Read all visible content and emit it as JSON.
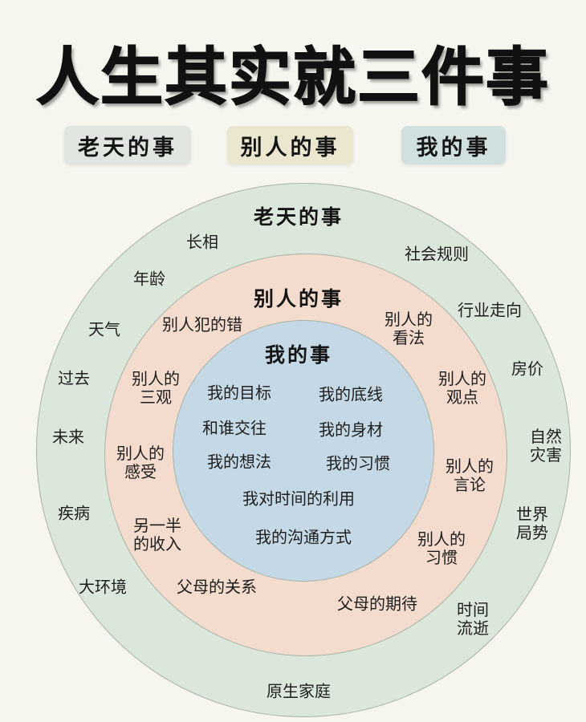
{
  "title": "人生其实就三件事",
  "legend": [
    {
      "label": "老天的事",
      "color": "#e0e6df"
    },
    {
      "label": "别人的事",
      "color": "#ebe6d0"
    },
    {
      "label": "我的事",
      "color": "#cfe0de"
    }
  ],
  "colors": {
    "background": "#f6f5ee",
    "outer_ring": "#dbe7da",
    "middle_ring": "#f3dccd",
    "inner_circle": "#c4d8e5"
  },
  "outer": {
    "title": "老天的事",
    "items": [
      "长相",
      "社会规则",
      "年龄",
      "行业走向",
      "天气",
      "房价",
      "过去",
      "自然\n灾害",
      "未来",
      "世界\n局势",
      "疾病",
      "大环境",
      "时间\n流逝",
      "原生家庭"
    ]
  },
  "middle": {
    "title": "别人的事",
    "items": [
      "别人犯的错",
      "别人的\n看法",
      "别人的\n三观",
      "别人的\n观点",
      "别人的\n感受",
      "别人的\n言论",
      "另一半\n的收入",
      "别人的\n习惯",
      "父母的关系",
      "父母的期待"
    ]
  },
  "inner": {
    "title": "我的事",
    "items": [
      "我的目标",
      "我的底线",
      "和谁交往",
      "我的身材",
      "我的想法",
      "我的习惯",
      "我对时间的利用",
      "我的沟通方式"
    ]
  }
}
